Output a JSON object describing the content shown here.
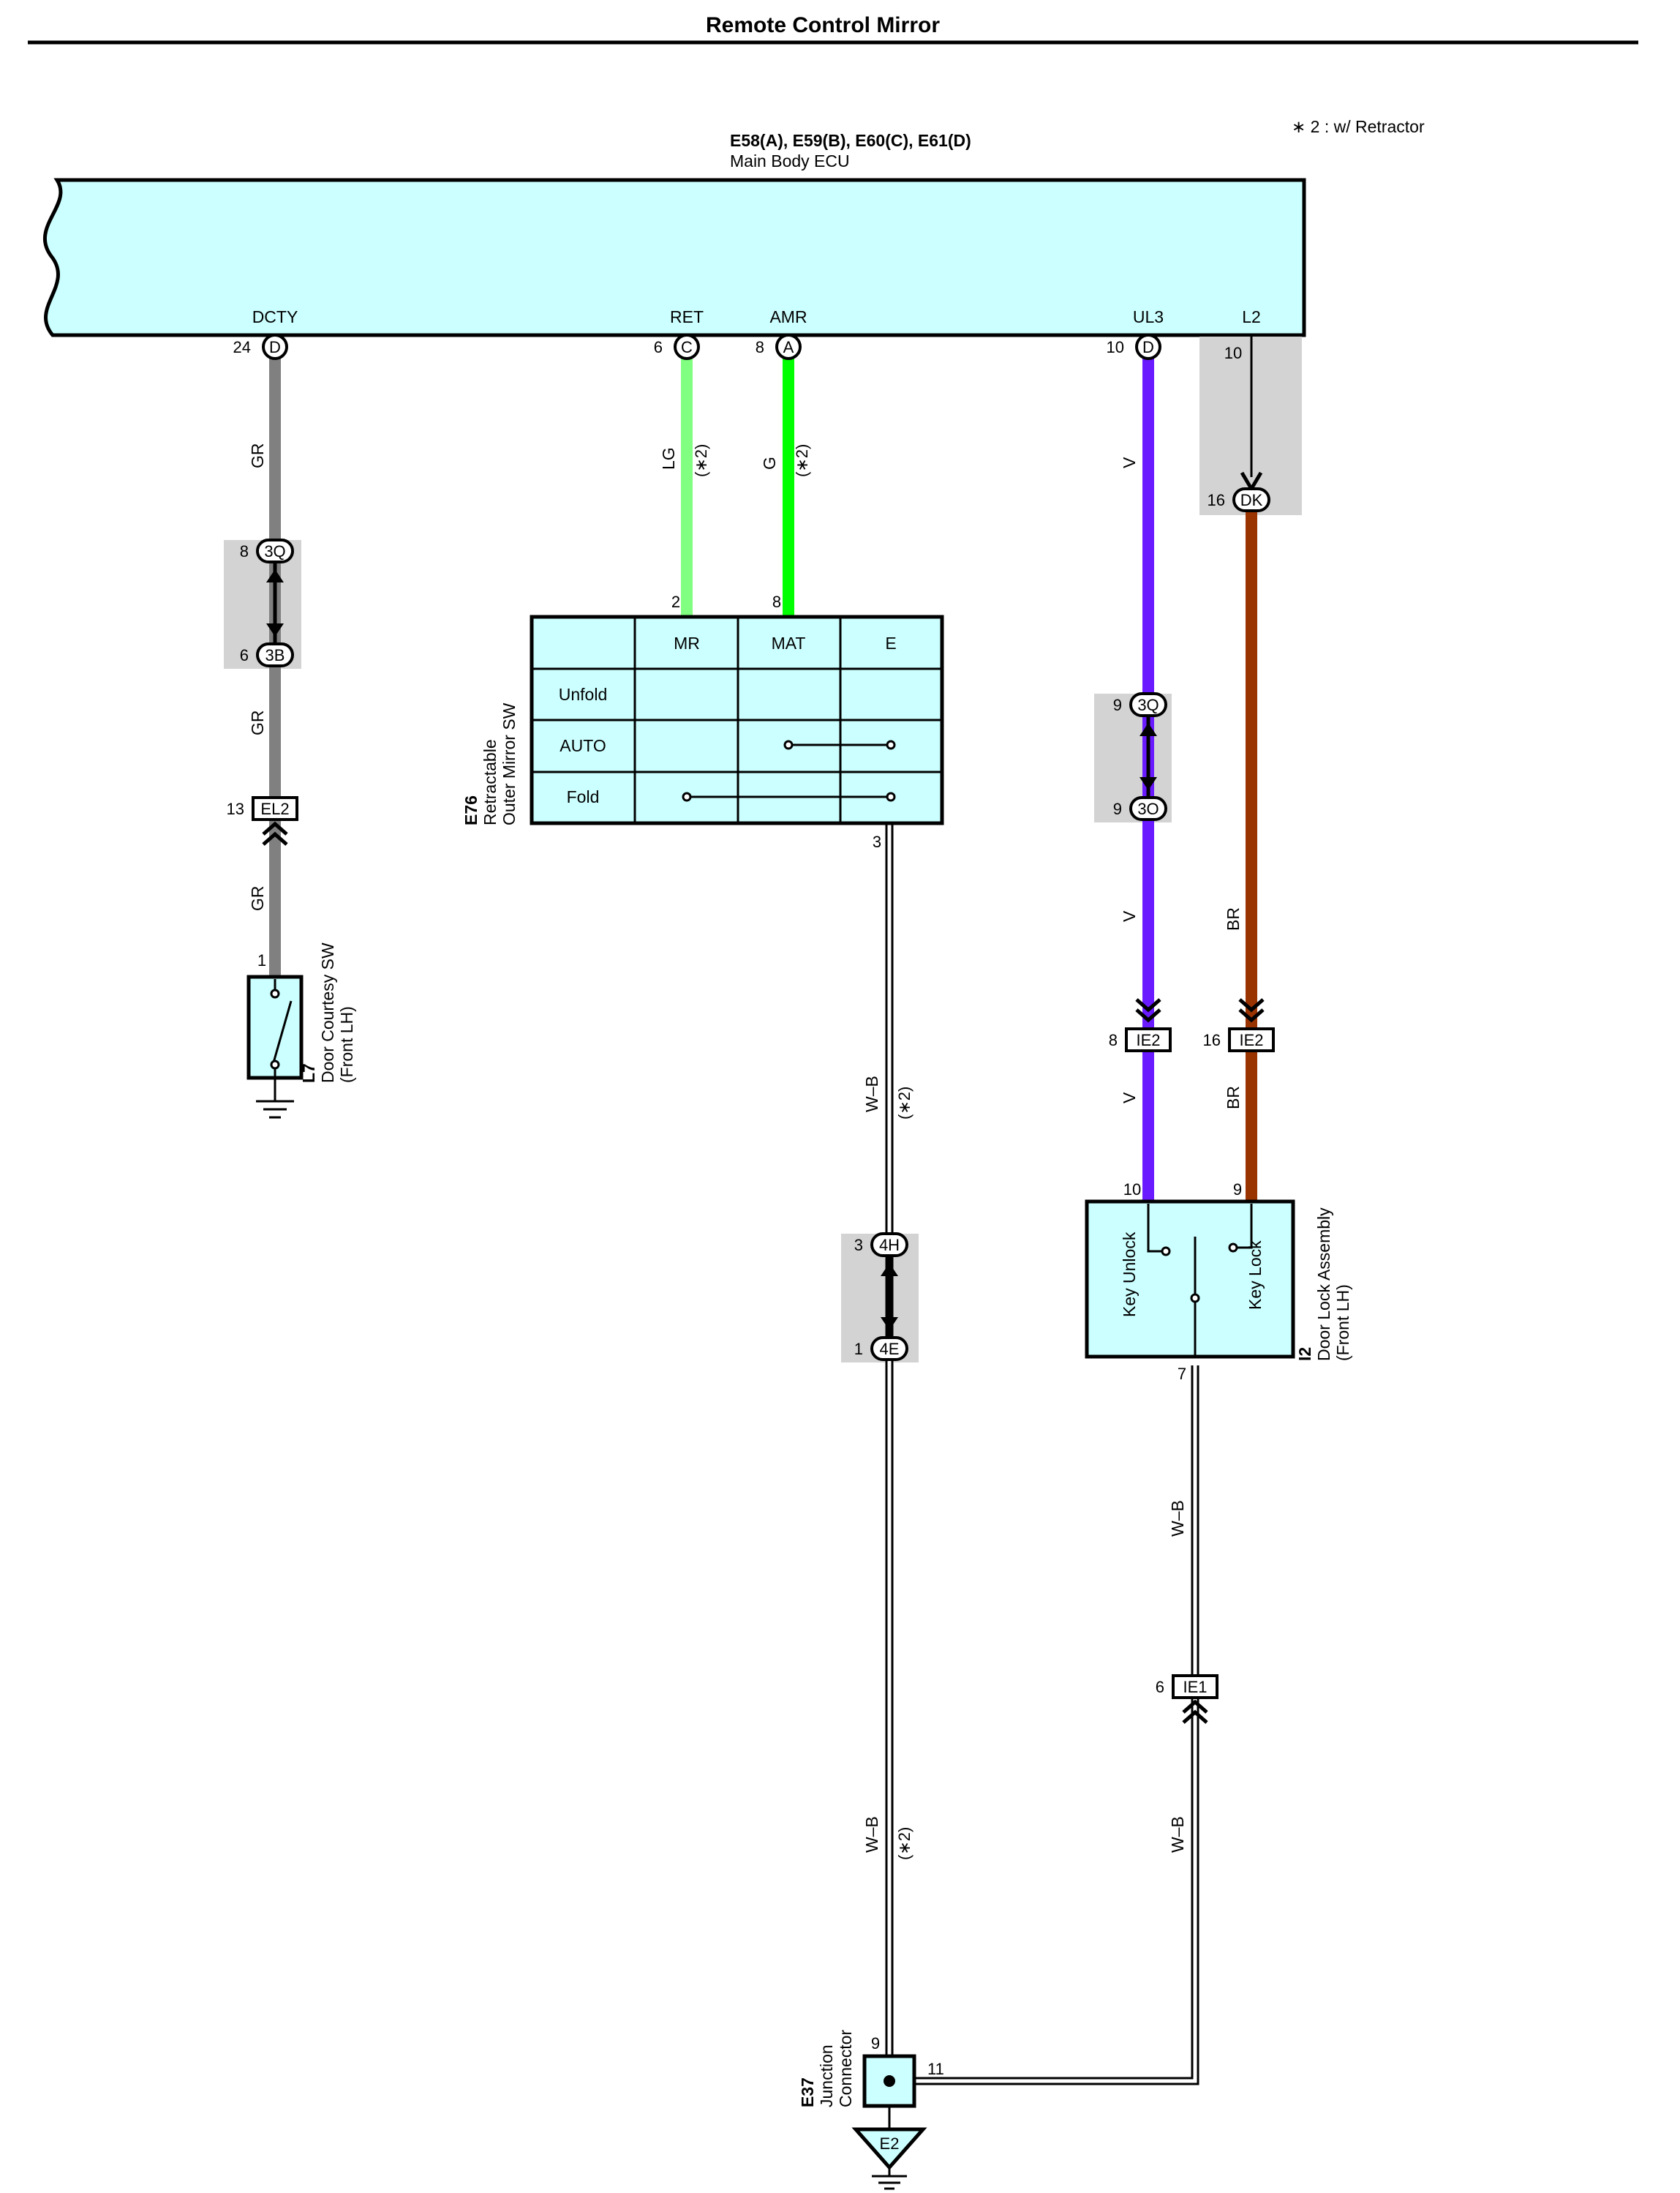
{
  "title": "Remote Control Mirror",
  "note": "∗ 2 : w/ Retractor",
  "ecu": {
    "connectors": "E58(A), E59(B), E60(C), E61(D)",
    "name": "Main Body ECU",
    "terminals": [
      {
        "name": "DCTY",
        "pin": "24",
        "conn": "D"
      },
      {
        "name": "RET",
        "pin": "6",
        "conn": "C"
      },
      {
        "name": "AMR",
        "pin": "8",
        "conn": "A"
      },
      {
        "name": "UL3",
        "pin": "10",
        "conn": "D"
      },
      {
        "name": "L2",
        "pin": "10"
      }
    ]
  },
  "wires": {
    "gr": "GR",
    "lg": "LG",
    "g": "G",
    "v": "V",
    "br": "BR",
    "wb": "W–B",
    "retractor_note": "(∗2)"
  },
  "connectors": {
    "c3q_left": {
      "pin": "8",
      "id": "3Q"
    },
    "c3b": {
      "pin": "6",
      "id": "3B"
    },
    "el2": {
      "pin": "13",
      "id": "EL2"
    },
    "c3q_right": {
      "pin": "9",
      "id": "3Q"
    },
    "c3o": {
      "pin": "9",
      "id": "3O"
    },
    "dk": {
      "pin": "16",
      "id": "DK"
    },
    "ie2_v": {
      "pin": "8",
      "id": "IE2"
    },
    "ie2_br": {
      "pin": "16",
      "id": "IE2"
    },
    "c4h": {
      "pin": "3",
      "id": "4H"
    },
    "c4e": {
      "pin": "1",
      "id": "4E"
    },
    "ie1": {
      "pin": "6",
      "id": "IE1"
    }
  },
  "door_courtesy": {
    "code": "L7",
    "name": "Door Courtesy SW",
    "side": "(Front LH)",
    "pin": "1"
  },
  "mirror_sw": {
    "code": "E76",
    "name1": "Retractable",
    "name2": "Outer Mirror SW",
    "columns": [
      "MR",
      "MAT",
      "E"
    ],
    "rows": [
      "Unfold",
      "AUTO",
      "Fold"
    ],
    "pin_mr": "2",
    "pin_mat": "8",
    "pin_e": "3"
  },
  "door_lock": {
    "code": "I2",
    "name": "Door Lock Assembly",
    "side": "(Front LH)",
    "unlock": "Key Unlock",
    "lock": "Key Lock",
    "pin_unlock": "10",
    "pin_lock": "9",
    "pin_gnd": "7"
  },
  "junction": {
    "code": "E37",
    "name1": "Junction",
    "name2": "Connector",
    "pin_in": "9",
    "pin_side": "11",
    "ground": "E2"
  },
  "colors": {
    "ecu_fill": "#ccffff",
    "shade": "#d3d3d3",
    "gr": "#808080",
    "lg": "#80ff80",
    "g": "#00ff00",
    "v": "#6a1aff",
    "br": "#993300"
  }
}
